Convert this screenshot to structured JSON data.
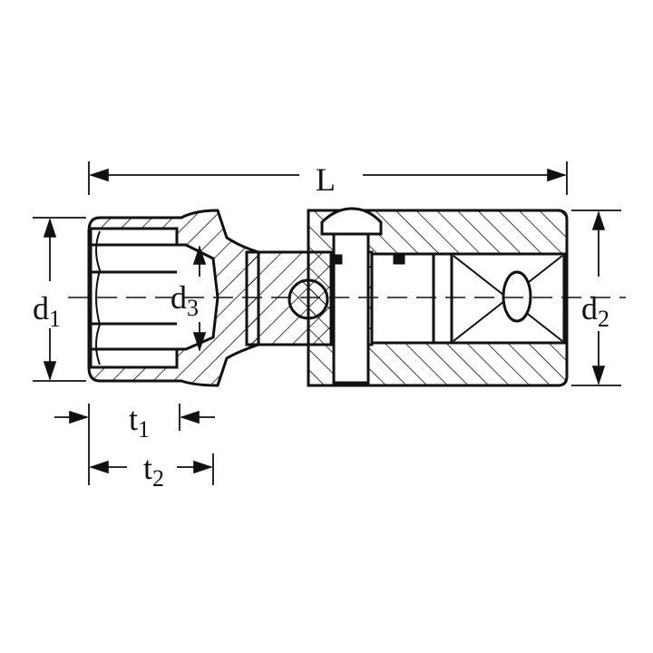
{
  "title": "Universal joint socket dimension drawing",
  "labels": {
    "L": {
      "base": "L"
    },
    "d1": {
      "base": "d",
      "sub": "1"
    },
    "d2": {
      "base": "d",
      "sub": "2"
    },
    "d3": {
      "base": "d",
      "sub": "3"
    },
    "t1": {
      "base": "t",
      "sub": "1"
    },
    "t2": {
      "base": "t",
      "sub": "2"
    }
  },
  "colors": {
    "line": "#111111",
    "background": "#ffffff"
  }
}
